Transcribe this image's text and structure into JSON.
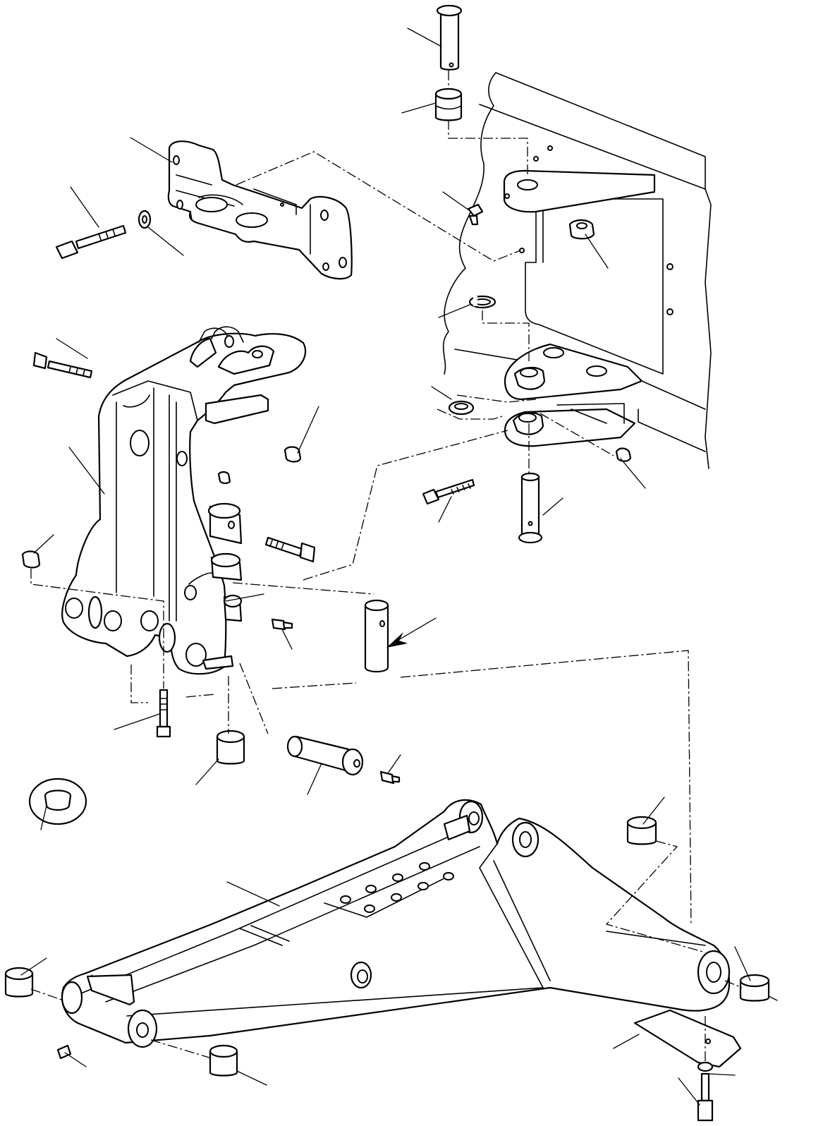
{
  "diagram": {
    "parts": [
      {
        "name": "upper-pin"
      },
      {
        "name": "upper-bushing"
      },
      {
        "name": "frame-bracket"
      },
      {
        "name": "pivot-bracket"
      },
      {
        "name": "lower-pin-small"
      },
      {
        "name": "boom-arm"
      },
      {
        "name": "boom-pin"
      },
      {
        "name": "grease-nipple"
      },
      {
        "name": "bushing"
      },
      {
        "name": "bolt"
      },
      {
        "name": "nut"
      },
      {
        "name": "washer"
      },
      {
        "name": "circlip"
      },
      {
        "name": "cap-plug"
      },
      {
        "name": "guard-plate"
      }
    ],
    "colors": {
      "ink": "#000000",
      "paper": "#ffffff"
    }
  }
}
